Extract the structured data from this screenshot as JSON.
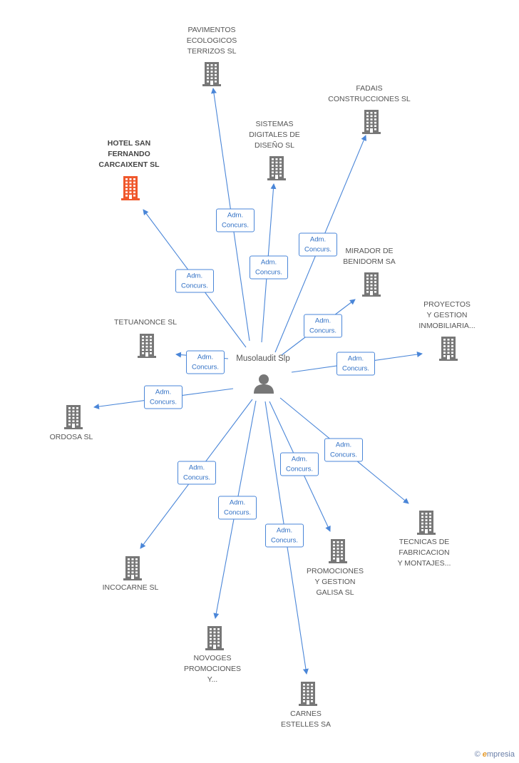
{
  "center": {
    "name": "Musolaudit Slp",
    "icon": "person-icon"
  },
  "relation": {
    "line1": "Adm.",
    "line2": "Concurs."
  },
  "colors": {
    "edge": "#4a86d8",
    "building": "#777777",
    "highlight": "#f0582c"
  },
  "nodes": [
    {
      "id": "pavimentos",
      "label": "PAVIMENTOS\nECOLOGICOS\nTERRIZOS SL",
      "highlight": false
    },
    {
      "id": "fadais",
      "label": "FADAIS\nCONSTRUCCIONES SL",
      "highlight": false
    },
    {
      "id": "sistemas",
      "label": "SISTEMAS\nDIGITALES DE\nDISEÑO SL",
      "highlight": false
    },
    {
      "id": "hotel",
      "label": "HOTEL SAN\nFERNANDO\nCARCAIXENT SL",
      "highlight": true
    },
    {
      "id": "mirador",
      "label": "MIRADOR DE\nBENIDORM SA",
      "highlight": false
    },
    {
      "id": "proyectos",
      "label": "PROYECTOS\nY GESTION\nINMOBILIARIA...",
      "highlight": false
    },
    {
      "id": "tetuanonce",
      "label": "TETUANONCE SL",
      "highlight": false
    },
    {
      "id": "ordosa",
      "label": "ORDOSA SL",
      "highlight": false
    },
    {
      "id": "tecnicas",
      "label": "TECNICAS DE\nFABRICACION\nY MONTAJES...",
      "highlight": false
    },
    {
      "id": "promociones",
      "label": "PROMOCIONES\nY GESTION\nGALISA SL",
      "highlight": false
    },
    {
      "id": "incocarne",
      "label": "INCOCARNE SL",
      "highlight": false
    },
    {
      "id": "novoges",
      "label": "NOVOGES\nPROMOCIONES\nY...",
      "highlight": false
    },
    {
      "id": "carnes",
      "label": "CARNES\nESTELLES SA",
      "highlight": false
    }
  ],
  "footer": {
    "copyright": "©",
    "brand_e": "e",
    "brand_rest": "mpresia"
  }
}
